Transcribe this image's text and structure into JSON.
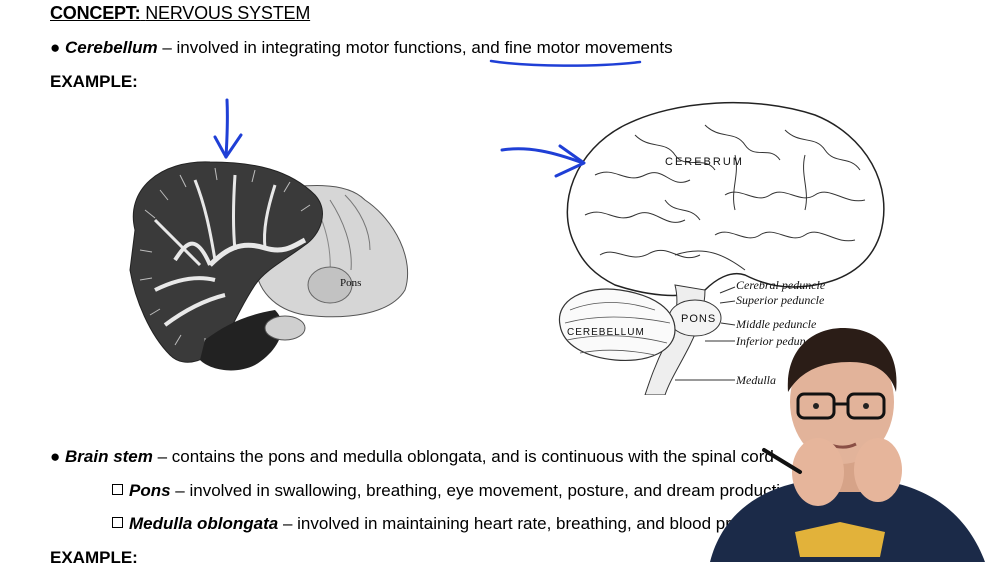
{
  "concept": {
    "label": "CONCEPT:",
    "topic": "NERVOUS SYSTEM"
  },
  "cerebellum_line": {
    "term": "Cerebellum",
    "dash": " – involved in integrating motor functions, and ",
    "highlight": "fine motor movements"
  },
  "example_label": "EXAMPLE:",
  "figure_left": {
    "label_pons": "Pons"
  },
  "figure_right": {
    "label_cerebrum": "CEREBRUM",
    "label_cerebellum": "CEREBELLUM",
    "label_pons": "PONS",
    "callouts": [
      "Cerebral peduncle",
      "Superior peduncle",
      "Middle peduncle",
      "Inferior peduncle",
      "Medulla"
    ]
  },
  "brainstem_line": {
    "term": "Brain stem",
    "text": " – contains the pons and medulla oblongata, and is continuous with the spinal cord"
  },
  "pons_line": {
    "term": "Pons",
    "text": " – involved in swallowing, breathing, eye movement, posture, and dream production"
  },
  "medulla_line": {
    "term": "Medulla oblongata",
    "text": " – involved in maintaining heart rate, breathing, and blood pressure"
  },
  "example_label_2": "EXAMPLE:",
  "annotation_color": "#1f3fd6"
}
